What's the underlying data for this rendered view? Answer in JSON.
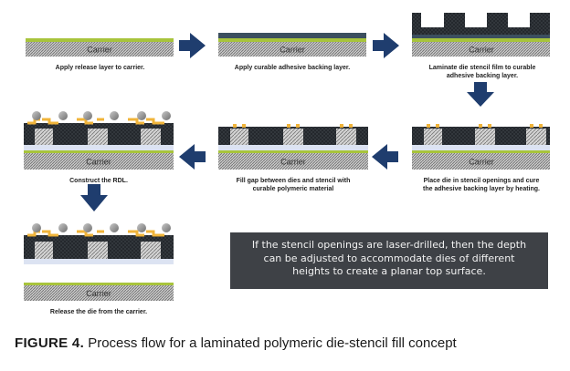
{
  "carrier_label": "Carrier",
  "steps": [
    {
      "caption_lines": [
        "Apply release layer to carrier."
      ]
    },
    {
      "caption_lines": [
        "Apply curable adhesive backing layer."
      ]
    },
    {
      "caption_lines": [
        "Laminate die stencil film to curable",
        "adhesive backing layer."
      ]
    },
    {
      "caption_lines": [
        "Place die in stencil openings and cure",
        "the adhesive backing layer by heating."
      ]
    },
    {
      "caption_lines": [
        "Fill gap between dies and stencil with",
        "curable polymeric material"
      ]
    },
    {
      "caption_lines": [
        "Construct the RDL."
      ]
    },
    {
      "caption_lines": [
        "Release the die from the carrier."
      ]
    }
  ],
  "note_lines": [
    "If the stencil openings are laser-drilled, then the depth",
    "can be adjusted to accommodate dies of different",
    "heights to create a planar top surface."
  ],
  "figure_caption": {
    "label": "FIGURE 4.",
    "text": "Process flow for a laminated polymeric die-stencil fill concept"
  },
  "colors": {
    "carrier_fill": "#9a9a9a",
    "release_layer": "#a8c43c",
    "adhesive_layer": "#3c4f5f",
    "stencil": "#24282d",
    "die_hatch": "#b8b8b8",
    "rdl_pad": "#f0b43a",
    "solder_ball": "#8a8a8a",
    "arrow": "#1f3d6e",
    "note_box": "#3e4146"
  },
  "icons": [
    "arrow-right",
    "arrow-down",
    "arrow-left"
  ]
}
